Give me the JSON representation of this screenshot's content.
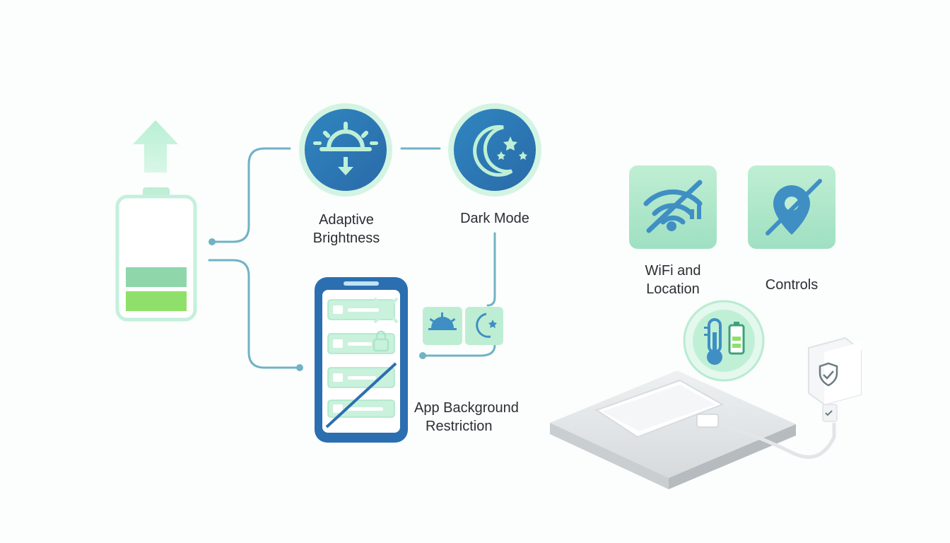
{
  "labels": {
    "adaptive_brightness": [
      "Adaptive",
      "Brightness"
    ],
    "dark_mode": "Dark Mode",
    "app_background_restriction": [
      "App Background",
      "Restriction"
    ],
    "wifi_location": [
      "WiFi and",
      "Location"
    ],
    "controls": "Controls"
  },
  "colors": {
    "connector": "#6fb3c4",
    "blue_dark": "#2c6fb0",
    "blue_mid": "#3f8fc4",
    "mint": "#a9e8c8",
    "mint_light": "#d8f6e6",
    "green": "#8fdc6a",
    "battery_outline": "#c4f0dc"
  },
  "icons": {
    "battery": "battery-charging-icon",
    "arrow": "arrow-up-icon",
    "brightness": "sun-brightness-down-icon",
    "moon": "moon-stars-icon",
    "phone": "phone-app-list-icon",
    "wifi_off": "wifi-off-icon",
    "location_off": "location-off-icon",
    "temperature": "thermometer-battery-icon",
    "charger": "shield-charger-icon",
    "dock": "charging-pad-phone-icon"
  }
}
